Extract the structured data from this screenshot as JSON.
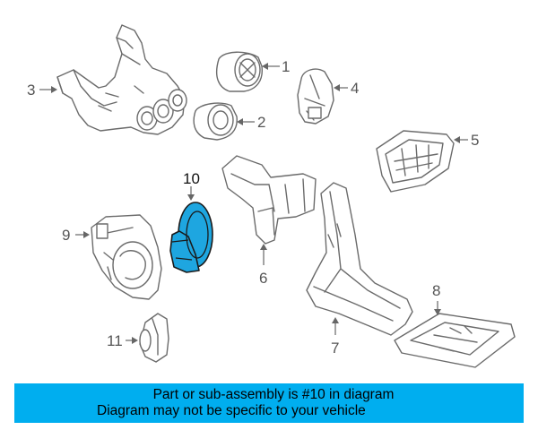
{
  "callouts": [
    {
      "id": "1",
      "label": "1"
    },
    {
      "id": "2",
      "label": "2"
    },
    {
      "id": "3",
      "label": "3"
    },
    {
      "id": "4",
      "label": "4"
    },
    {
      "id": "5",
      "label": "5"
    },
    {
      "id": "6",
      "label": "6"
    },
    {
      "id": "7",
      "label": "7"
    },
    {
      "id": "8",
      "label": "8"
    },
    {
      "id": "9",
      "label": "9"
    },
    {
      "id": "10",
      "label": "10"
    },
    {
      "id": "11",
      "label": "11"
    }
  ],
  "highlight_part": "10",
  "colors": {
    "highlight_part": "#1ea6e0",
    "banner_background": "#00aeef",
    "line_art": "#6b6b6b"
  },
  "banner": {
    "line1": "Part or sub-assembly is #10 in diagram",
    "line2": "Diagram may not be specific to your vehicle"
  }
}
